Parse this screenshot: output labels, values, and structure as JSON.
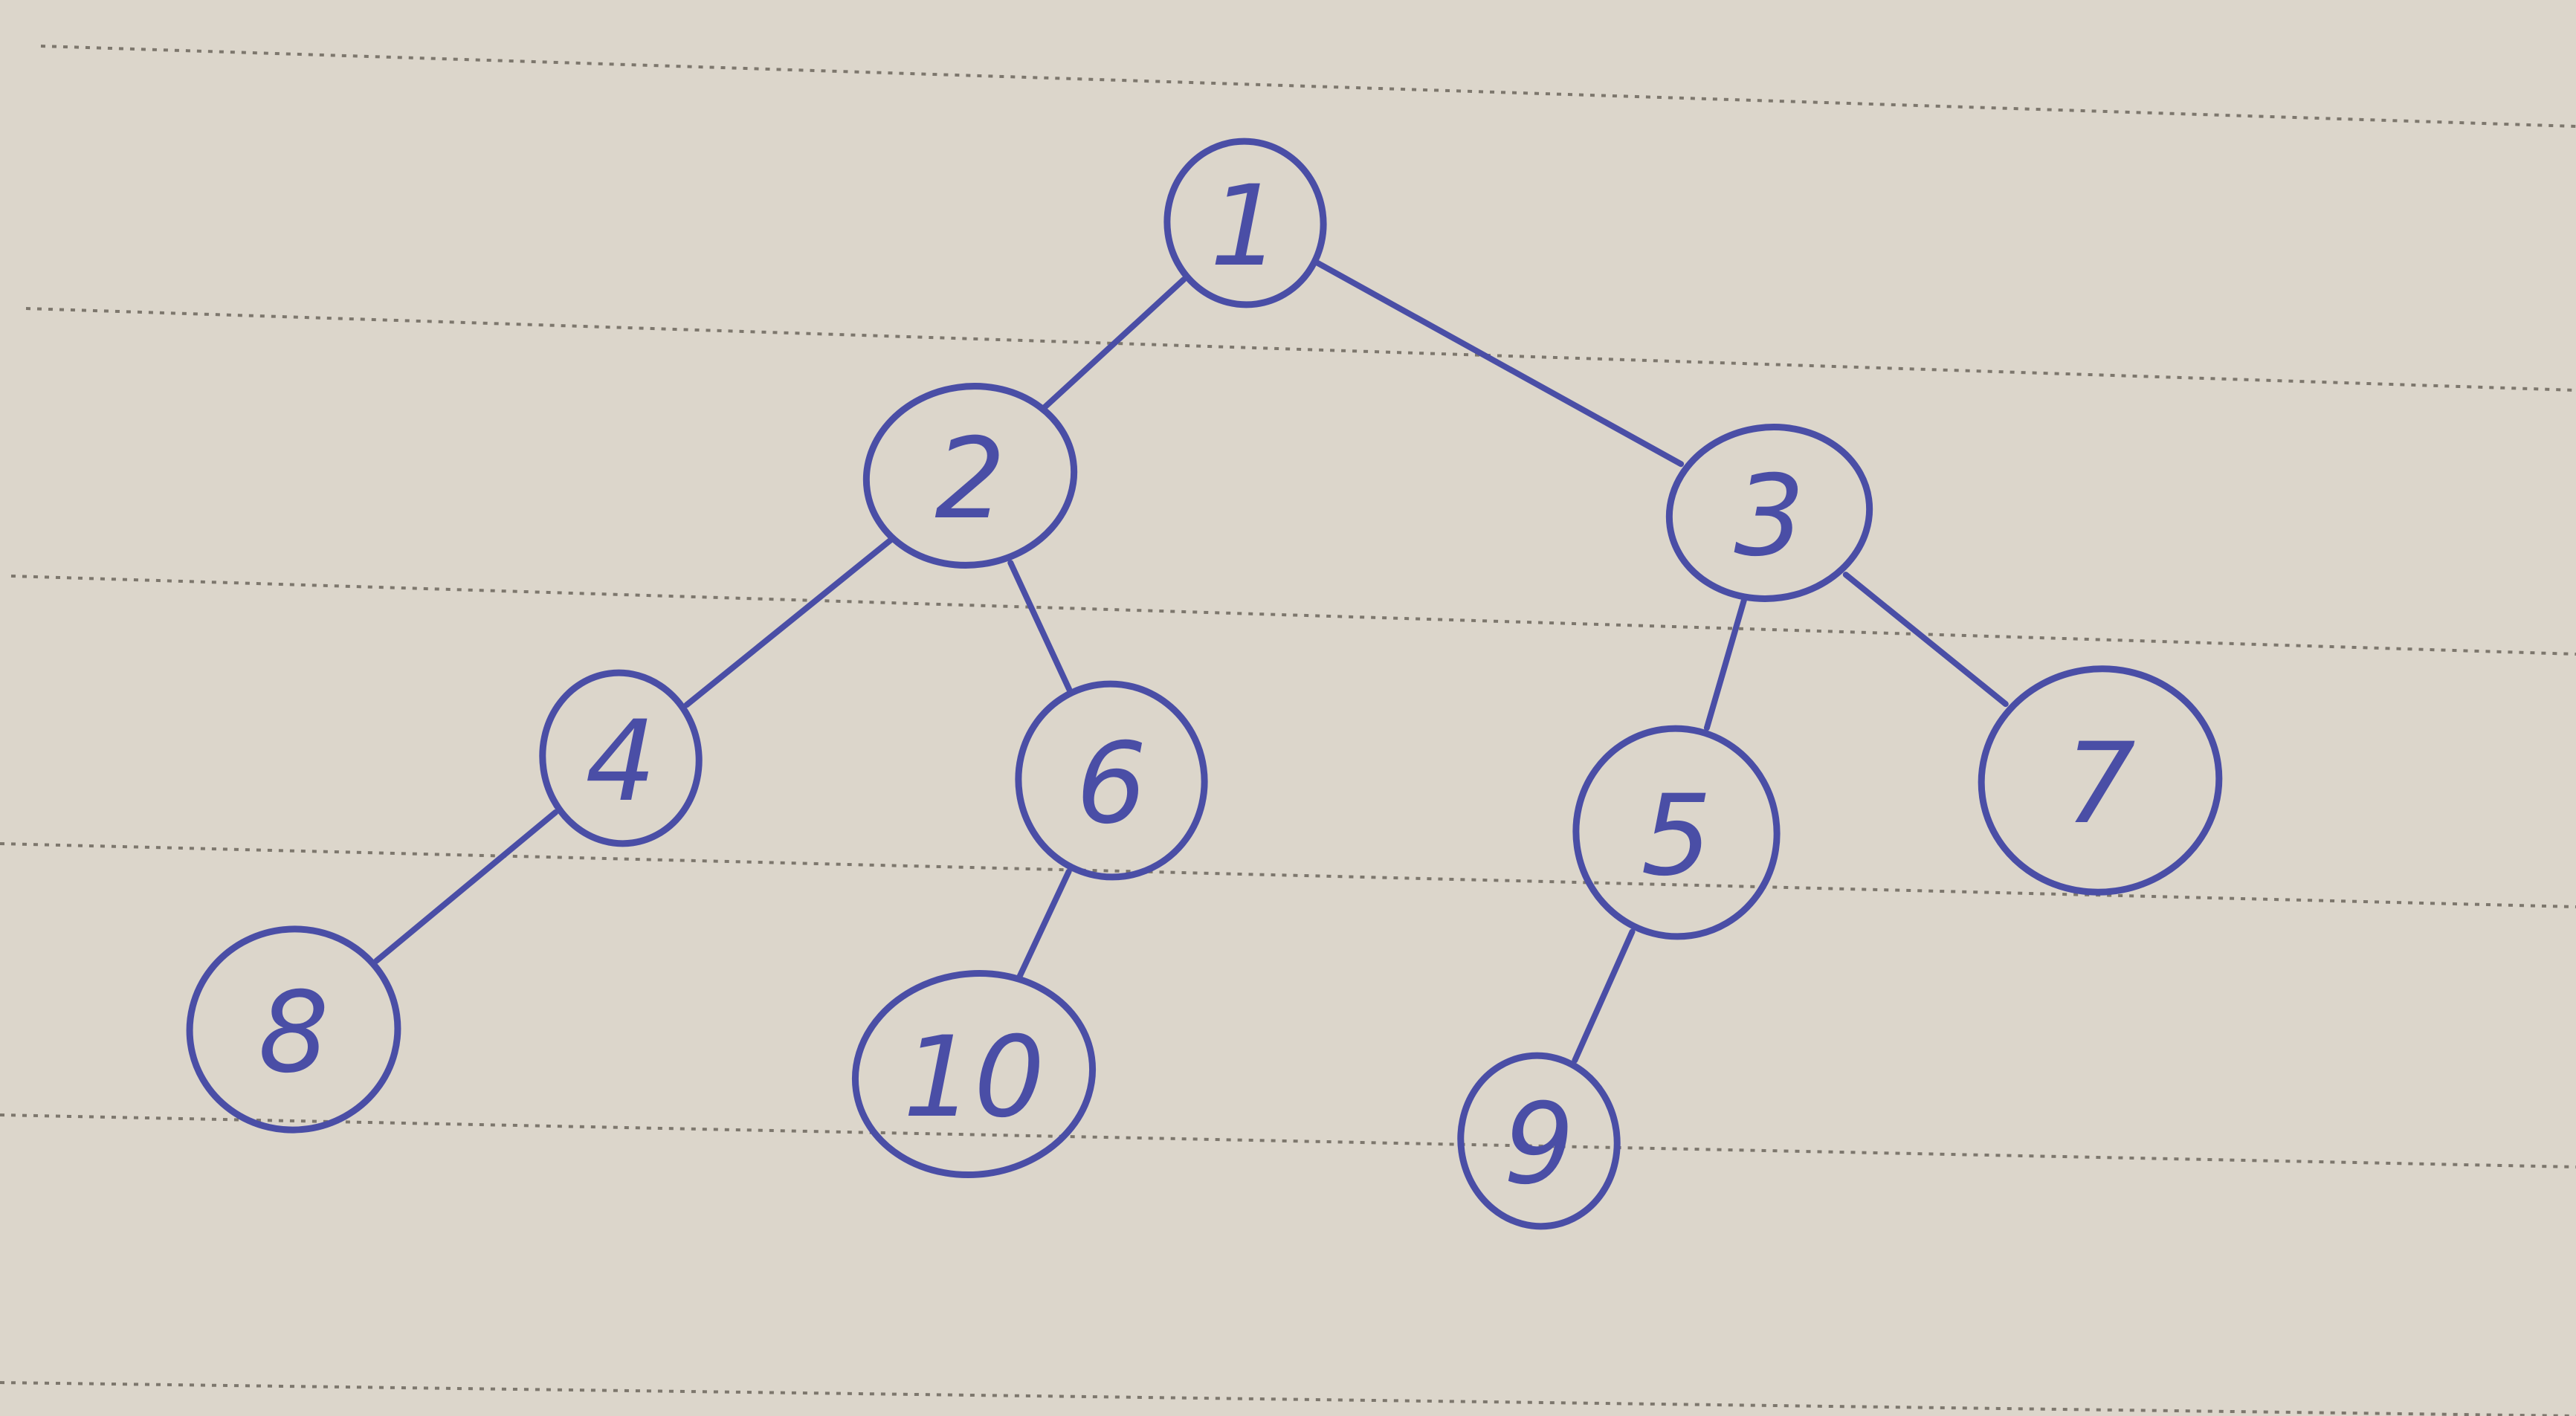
{
  "colors": {
    "paper": "#dcd6cb",
    "ink": "#4a4ea6",
    "rule": "#7d776d"
  },
  "tree": {
    "nodes": [
      {
        "id": "1",
        "label": "1"
      },
      {
        "id": "2",
        "label": "2"
      },
      {
        "id": "3",
        "label": "3"
      },
      {
        "id": "4",
        "label": "4"
      },
      {
        "id": "6",
        "label": "6"
      },
      {
        "id": "5",
        "label": "5"
      },
      {
        "id": "7",
        "label": "7"
      },
      {
        "id": "8",
        "label": "8"
      },
      {
        "id": "10",
        "label": "10"
      },
      {
        "id": "9",
        "label": "9"
      }
    ],
    "edges": [
      {
        "from": "1",
        "to": "2"
      },
      {
        "from": "1",
        "to": "3"
      },
      {
        "from": "2",
        "to": "4"
      },
      {
        "from": "2",
        "to": "6"
      },
      {
        "from": "3",
        "to": "5"
      },
      {
        "from": "3",
        "to": "7"
      },
      {
        "from": "4",
        "to": "8"
      },
      {
        "from": "6",
        "to": "10"
      },
      {
        "from": "5",
        "to": "9"
      }
    ]
  }
}
